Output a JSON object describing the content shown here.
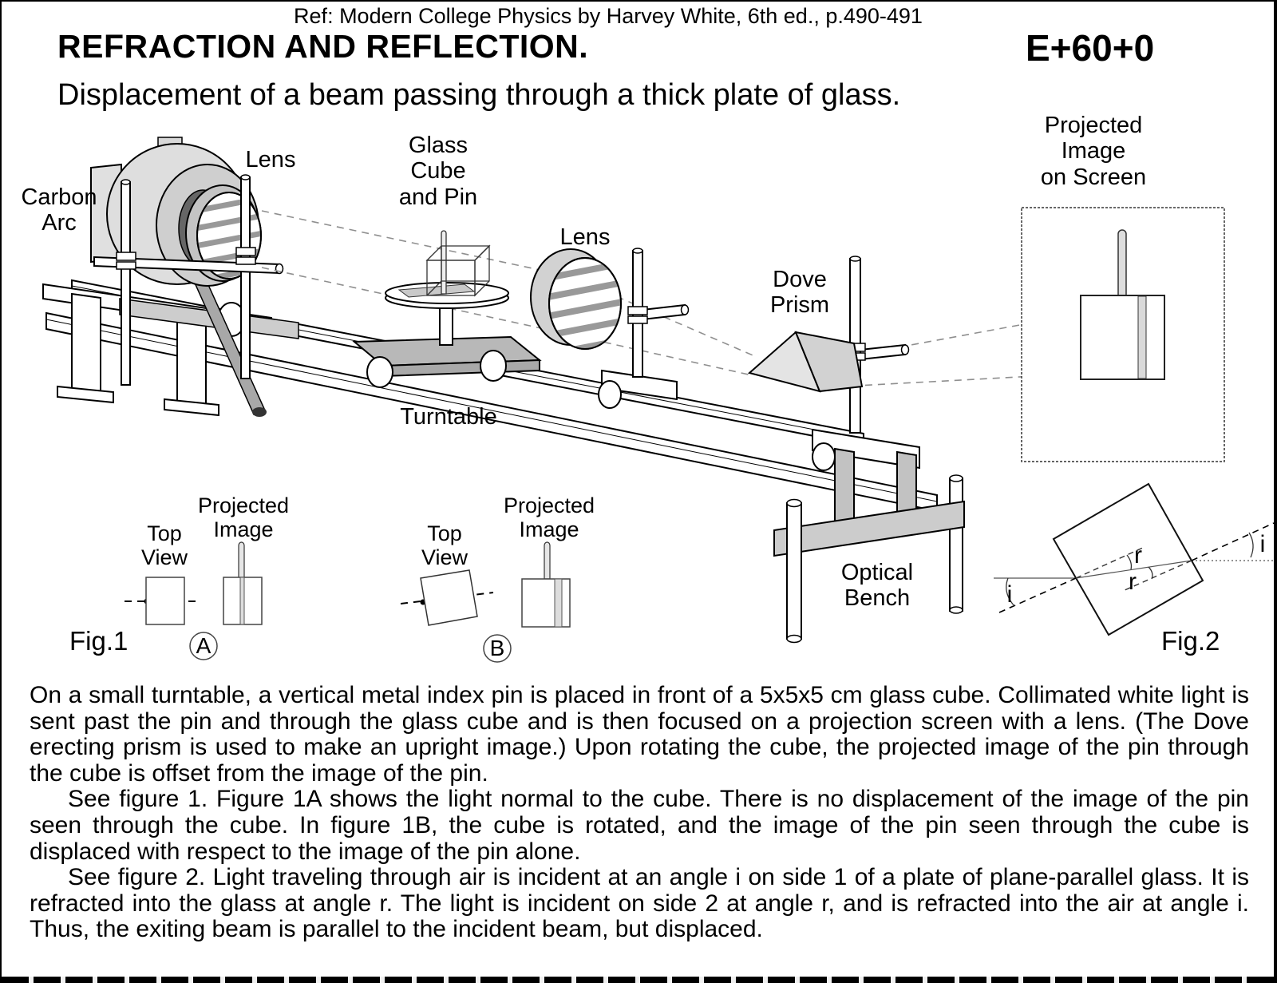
{
  "page": {
    "ref_line": "Ref: Modern College Physics by Harvey White, 6th ed., p.490-491",
    "title": "REFRACTION AND REFLECTION.",
    "code": "E+60+0",
    "subtitle": "Displacement of a beam passing through a thick plate of glass."
  },
  "diagram": {
    "labels": {
      "carbon_arc": "Carbon\nArc",
      "lens1": "Lens",
      "glass_cube": "Glass\nCube\nand Pin",
      "lens2": "Lens",
      "dove_prism": "Dove\nPrism",
      "turntable": "Turntable",
      "projected_screen": "Projected\nImage\non Screen",
      "optical_bench": "Optical\nBench"
    }
  },
  "fig1": {
    "caption": "Fig.1",
    "top_view": "Top\nView",
    "projected_image": "Projected\nImage",
    "tag_a": "A",
    "tag_b": "B"
  },
  "fig2": {
    "caption": "Fig.2",
    "i_incident": "i",
    "r_top": "r",
    "r_bottom": "r",
    "i_exit": "i"
  },
  "body": {
    "p1": "On a small turntable, a vertical metal index pin is placed in front of a 5x5x5 cm glass cube. Collimated white light is sent past the pin and through the glass cube and is then focused on a projection screen with a lens. (The Dove erecting prism is used to make an upright image.) Upon rotating the cube, the projected image of the pin through the cube is offset from the image of the pin.",
    "p2": "See figure 1. Figure 1A shows the light normal to the cube.  There is no displacement of the image of the pin seen through the cube. In figure 1B, the cube is rotated, and the image of the pin seen through the cube is displaced with respect to the image of the pin alone.",
    "p3": "See figure 2. Light traveling through air is incident at an angle i on side 1 of a plate of plane-parallel glass. It is refracted into the glass at angle r. The light is incident on side 2 at angle r, and is refracted into the air at angle i. Thus, the exiting beam is parallel to the incident beam, but displaced."
  }
}
